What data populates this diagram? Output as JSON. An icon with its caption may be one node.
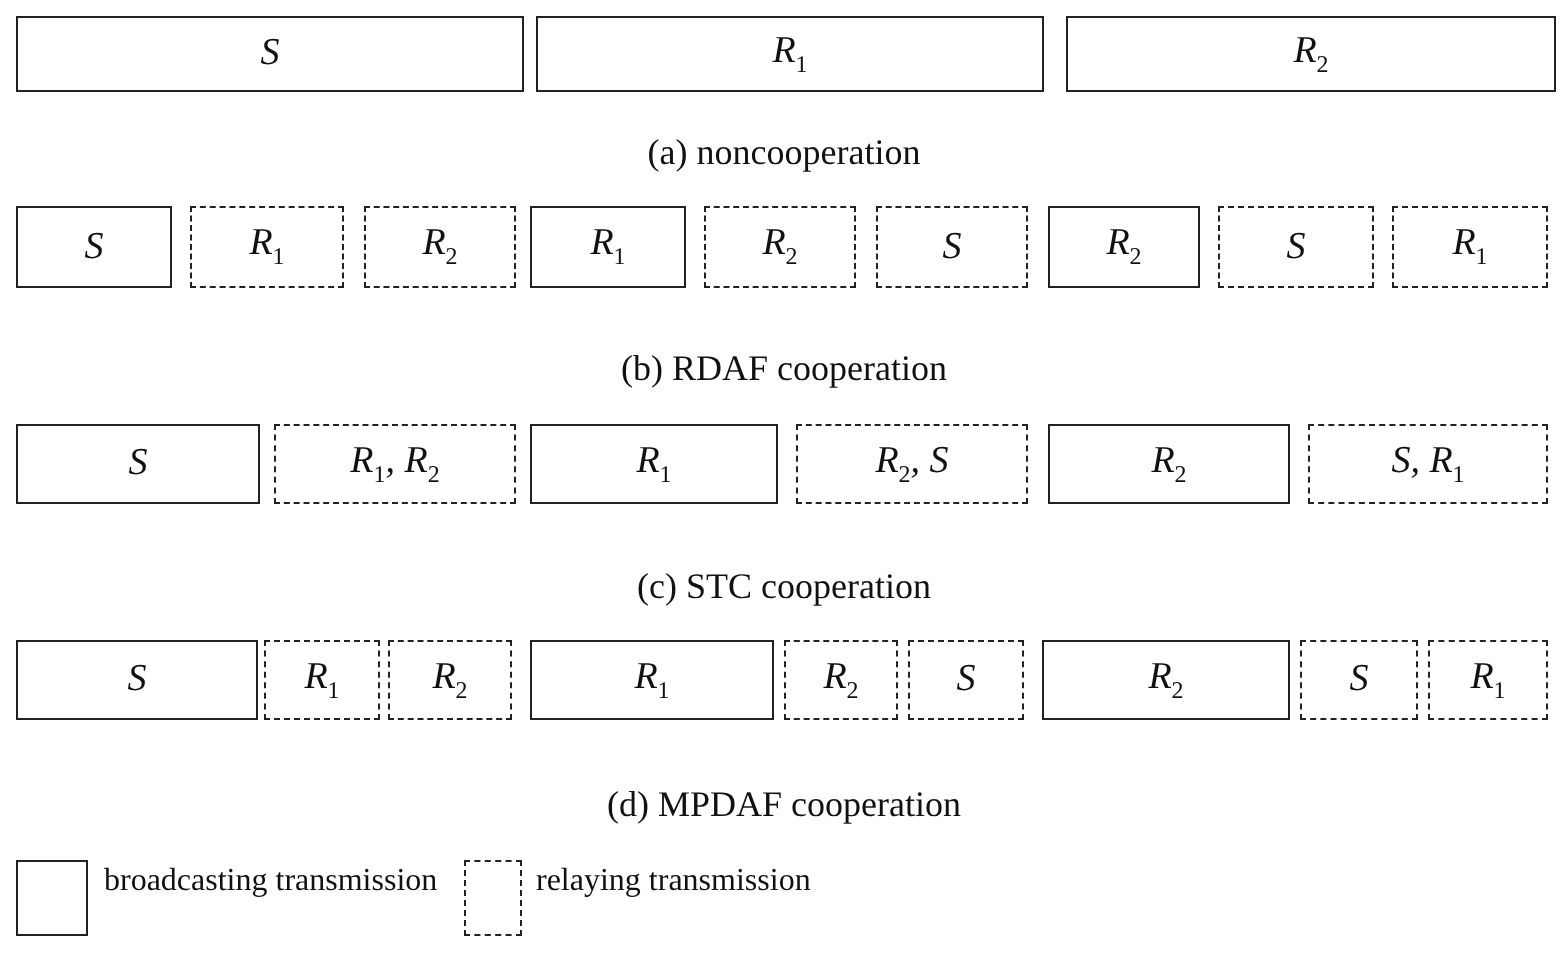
{
  "diagram": {
    "nodes": [
      {
        "text": [
          "S"
        ]
      },
      {
        "text": [
          "R$_{1}$"
        ]
      },
      {
        "text": [
          "R$_{2}$"
        ]
      },
      {
        "text": [
          "S"
        ]
      },
      {
        "text": [
          "R$_{1}$"
        ]
      },
      {
        "text": [
          "R$_{2}$"
        ]
      },
      {
        "text": [
          "R$_{1}$"
        ]
      },
      {
        "text": [
          "R$_{2}$"
        ]
      },
      {
        "text": [
          "S"
        ]
      },
      {
        "text": [
          "R$_{2}$"
        ]
      },
      {
        "text": [
          "S"
        ]
      },
      {
        "text": [
          "R$_{1}$"
        ]
      },
      {
        "text": [
          "S"
        ]
      },
      {
        "text": [
          "R$_{1}$, R$_{2}$"
        ]
      },
      {
        "text": [
          "R$_{1}$"
        ]
      },
      {
        "text": [
          "R$_{2}$, S"
        ]
      },
      {
        "text": [
          "R$_{2}$"
        ]
      },
      {
        "text": [
          "S, R$_{1}$"
        ]
      },
      {
        "text": [
          "S"
        ]
      },
      {
        "text": [
          "R$_{1}$"
        ]
      },
      {
        "text": [
          "R$_{2}$"
        ]
      },
      {
        "text": [
          "R$_{1}$"
        ]
      },
      {
        "text": [
          "R$_{2}$"
        ]
      },
      {
        "text": [
          "S"
        ]
      },
      {
        "text": [
          "R$_{2}$"
        ]
      },
      {
        "text": [
          "S"
        ]
      },
      {
        "text": [
          "R$_{1}$"
        ]
      }
    ],
    "labels": [
      "(a) noncooperation",
      "(b) RDAF cooperation",
      "(c) STC cooperation",
      "(d) MPDAF cooperation"
    ],
    "legend": [
      {
        "text": "broadcasting transmission"
      },
      {
        "text": "relaying transmission"
      }
    ]
  }
}
